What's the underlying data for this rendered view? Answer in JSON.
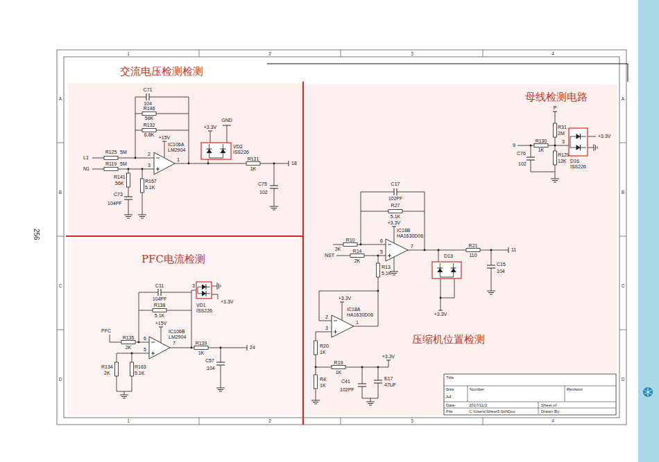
{
  "diagram": {
    "nodes": [
      {
        "text": [
          "IC106A LM2904"
        ]
      },
      {
        "text": [
          "VD2 ISS226"
        ]
      },
      {
        "text": [
          "VD1 ISS226"
        ]
      },
      {
        "text": [
          "IC106B LM2904"
        ]
      },
      {
        "text": [
          "D16 ISS226"
        ]
      },
      {
        "text": [
          "IC18B HA1630D06"
        ]
      },
      {
        "text": [
          "D13"
        ]
      },
      {
        "text": [
          "IC18A HA1630D06"
        ]
      },
      {
        "text": [
          "Title",
          "Size",
          "Number",
          "Revision",
          "A4",
          "Date:",
          "2017/11/2",
          "Sheet of",
          "File",
          "C:\\Users\\Sheet3.SchDoc",
          "Drawn By:"
        ]
      }
    ],
    "labels": [
      "1",
      "2",
      "3",
      "4",
      "1",
      "2",
      "3",
      "4",
      "A",
      "B",
      "C",
      "D",
      "A",
      "B",
      "C",
      "D",
      "256",
      "交流电压检测检测",
      "PFC电流检测",
      "压缩机位置检测",
      "母线检测电路",
      "C71",
      "104",
      "R146",
      "56K",
      "R132",
      "6.8K",
      "+15V",
      "GND",
      "+3.3V",
      "2",
      "3",
      "1",
      "L1",
      "R125",
      "5M",
      "N1",
      "R119",
      "5M",
      "R141",
      "56K",
      "R157",
      "5.1K",
      "C73",
      "104PF",
      "R131",
      "1K",
      "18",
      "C75",
      "102",
      "C11",
      "104PF",
      "R138",
      "5.1K",
      "+15V",
      "PFC",
      "R135",
      "2K",
      "6",
      "5",
      "7",
      "R134",
      "2K",
      "R163",
      "5.1K",
      "R139",
      "1K",
      "24",
      "C57",
      "104",
      "3",
      "+3.3V",
      "C17",
      "102PF",
      "R27",
      "5.1K",
      "+3.3V",
      "6",
      "5",
      "7",
      "R10",
      "2K",
      "NST",
      "R14",
      "2K",
      "R13",
      "5.1K",
      "R21",
      "110",
      "11",
      "C15",
      "104",
      "+3.3V",
      "+3.3V",
      "2",
      "3",
      "1",
      "R20",
      "1K",
      "R19",
      "1K",
      "+3.3V",
      "R4",
      "1K",
      "C41",
      "102PF",
      "E17",
      "47UF",
      "P",
      "R31",
      "2M",
      "9",
      "R130",
      "1K",
      "C76",
      "102",
      "R129",
      "12K",
      "3",
      "+3.3V"
    ]
  }
}
